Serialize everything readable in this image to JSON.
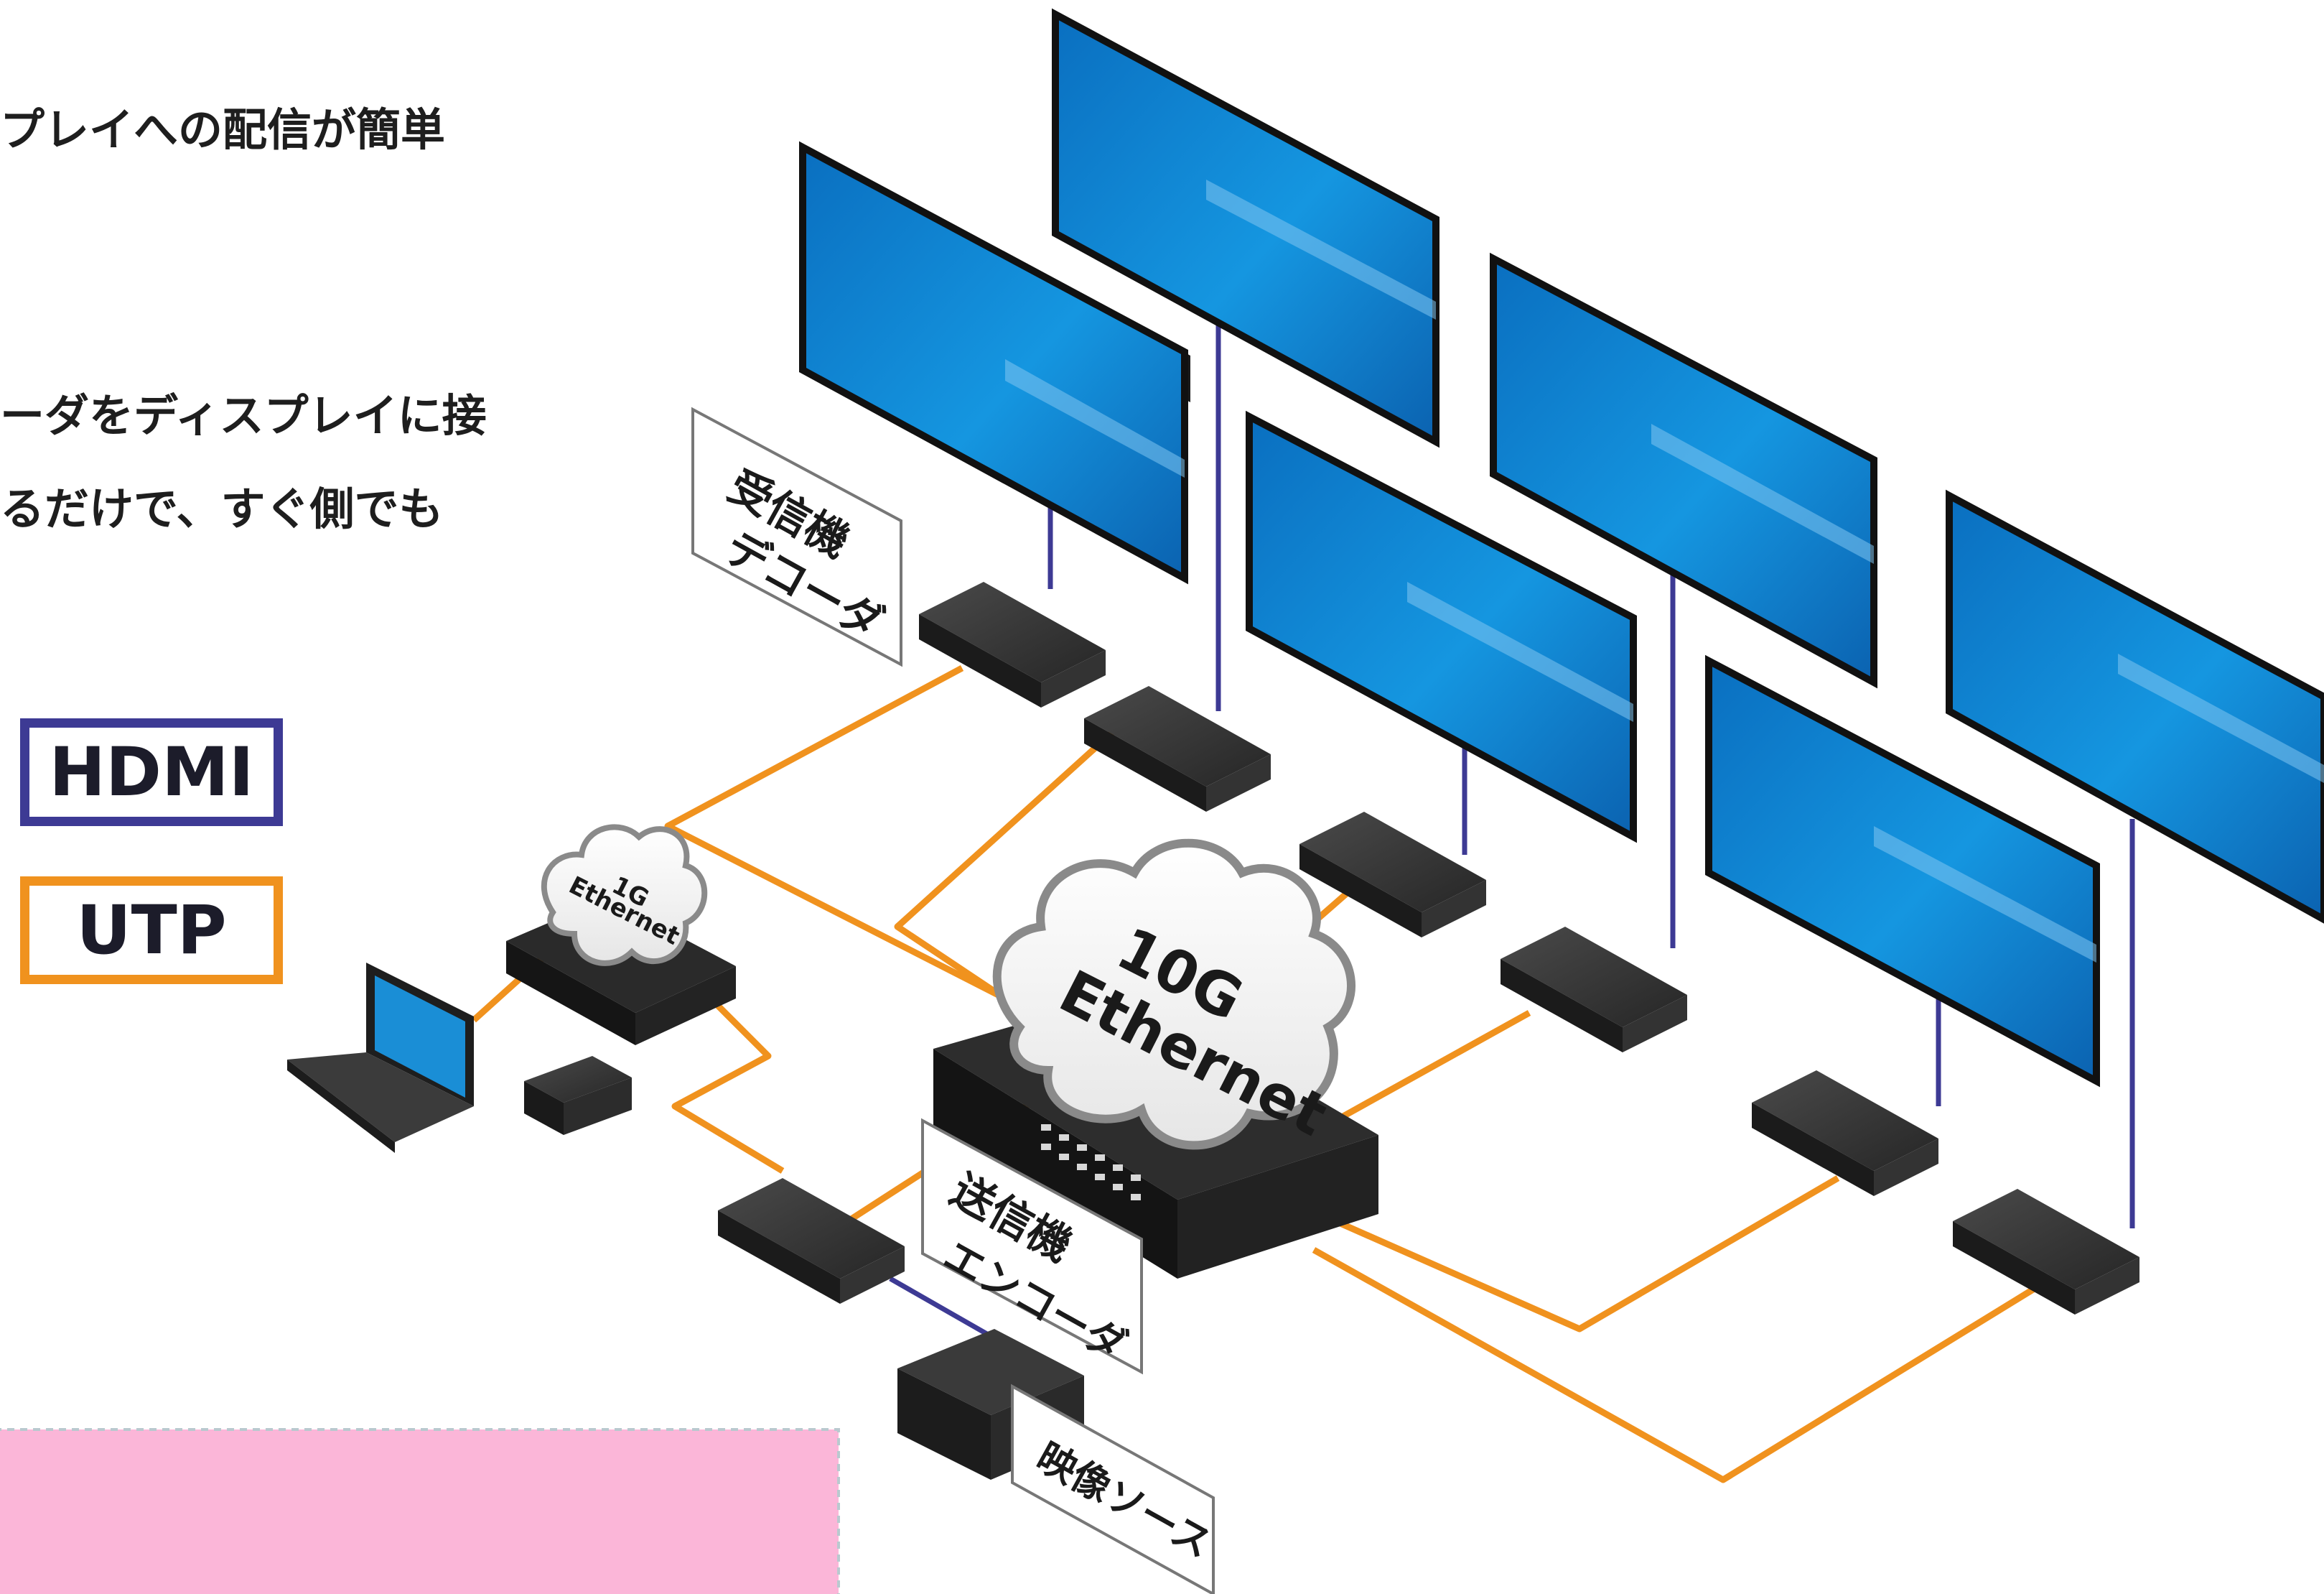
{
  "intro": {
    "line1": "プレイへの配信が簡単",
    "line2": "ーダをディスプレイに接",
    "line3": "るだけで、すぐ側でも"
  },
  "legend": {
    "hdmi": {
      "label": "HDMI",
      "color": "#3d3a94"
    },
    "utp": {
      "label": "UTP",
      "color": "#f0921e"
    }
  },
  "labels": {
    "decoder": {
      "line1": "受信機",
      "line2": "デコーダ"
    },
    "encoder": {
      "line1": "送信機",
      "line2": "エンコーダ"
    },
    "source": "映像ソース",
    "switch_1g": {
      "line1": "1G",
      "line2": "Ethernet"
    },
    "switch_10g": {
      "line1": "10G",
      "line2": "Ethernet"
    }
  },
  "colors": {
    "screen_blue": "#1a8ed6",
    "device_dark": "#2f2f2f",
    "callout_pink": "#fbb6d8"
  }
}
